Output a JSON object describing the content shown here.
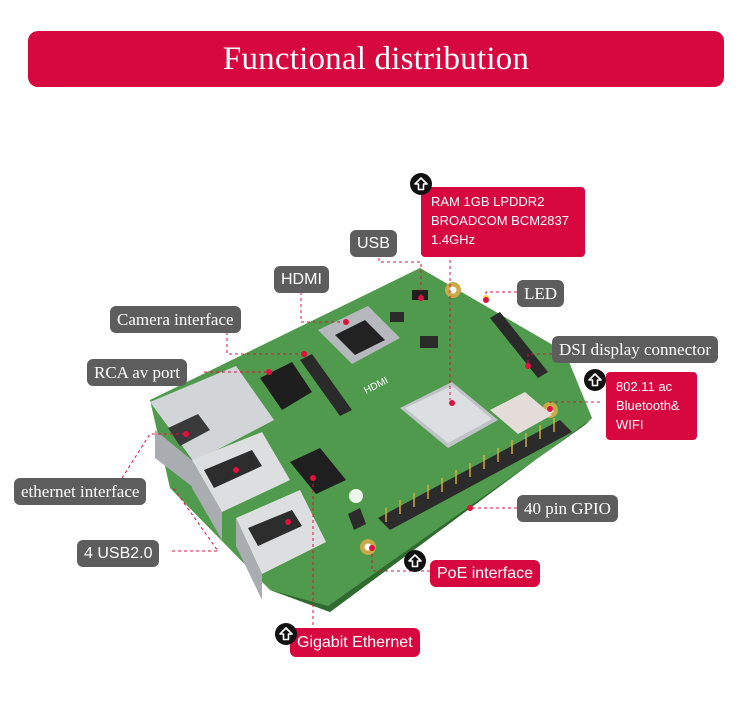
{
  "title": "Functional distribution",
  "labels": {
    "usb": "USB",
    "hdmi": "HDMI",
    "led": "LED",
    "camera": "Camera interface",
    "dsi": "DSI display connector",
    "rca": "RCA av port",
    "ethernet": "ethernet interface",
    "usb2": "4 USB2.0",
    "gpio": "40 pin GPIO",
    "poe": "PoE interface",
    "gigabit": "Gigabit Ethernet"
  },
  "soc_box": [
    "RAM 1GB LPDDR2",
    "BROADCOM BCM2837",
    "1.4GHz"
  ],
  "wireless_box": [
    "802.11 ac",
    "Bluetooth&",
    "WIFI"
  ],
  "board_silkscreen": "HDMI",
  "colors": {
    "accent": "#d6083f",
    "label_gray": "#5d5d5d",
    "board_green": "#4f9a4c",
    "leader": "#e0103f"
  },
  "icons": [
    "up-arrow-icon"
  ]
}
